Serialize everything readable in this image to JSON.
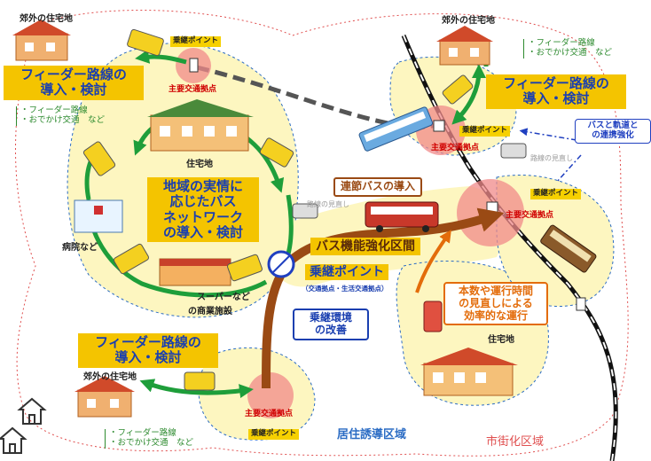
{
  "areas": {
    "suburb_tl": "郊外の住宅地",
    "suburb_tr": "郊外の住宅地",
    "suburb_bl": "郊外の住宅地",
    "residential_center": "住宅地",
    "residential_right": "住宅地",
    "hospital": "病院など",
    "supermarket": [
      "スーパーなど",
      "の商業施設"
    ]
  },
  "nodes": {
    "major_node": "主要交通拠点",
    "junction_point": "乗継ポイント"
  },
  "feeder": {
    "title": [
      "フィーダー路線の",
      "導入・検討"
    ],
    "note": [
      "・フィーダー路線",
      "・おでかけ交通　など"
    ]
  },
  "center_box": [
    "地域の実情に",
    "応じたバス",
    "ネットワーク",
    "の導入・検討"
  ],
  "articulated_bus": "連節バスの導入",
  "route_review": "路線の見直し",
  "bus_corridor": "バス機能強化区間",
  "junction_big": {
    "title": "乗継ポイント",
    "sub": "（交通拠点・生活交通拠点）"
  },
  "environment": [
    "乗継環境",
    "の改善"
  ],
  "frequency": [
    "本数や運行時間",
    "の見直しによる",
    "効率的な運行"
  ],
  "bus_rail": [
    "バスと軌道と",
    "の連携強化"
  ],
  "zones": {
    "residence_zone": "居住誘導区域",
    "urban_zone": "市街化区域"
  },
  "colors": {
    "green_arrow": "#1e9e3a",
    "brown_arrow": "#9a4a14",
    "orange_arrow": "#e36c0a",
    "node_circle": "#f08a8a",
    "yellow_area": "#fdf6c0",
    "feeder_fill": "#f4c400",
    "feeder_text": "#1a3fb0",
    "zone_blue": "#2b6cc4",
    "zone_red": "#e05050"
  },
  "icons": [
    "home-icon",
    "home-icon"
  ]
}
